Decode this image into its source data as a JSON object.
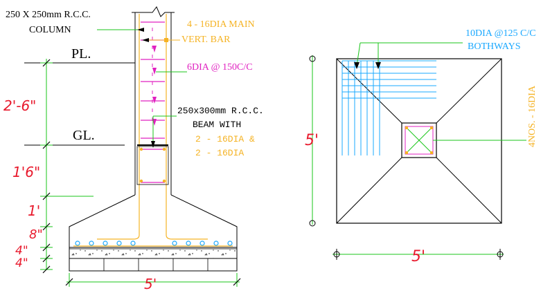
{
  "section": {
    "column_label_1": "250 X 250mm R.C.C.",
    "column_label_2": "COLUMN",
    "main_bar_1": "4 - 16DIA MAIN",
    "main_bar_2": "VERT. BAR",
    "pl_label": "PL.",
    "gl_label": "GL.",
    "stirrup_label": "6DIA @ 150C/C",
    "beam_1": "250x300mm R.C.C.",
    "beam_2": "BEAM WITH",
    "beam_3": "2 - 16DIA &",
    "beam_4": "2 - 16DIA",
    "dim_2_6": "2'-6\"",
    "dim_1_6": "1'6\"",
    "dim_1": "1'",
    "dim_8": "8\"",
    "dim_4a": "4\"",
    "dim_4b": "4\"",
    "dim_width": "5'"
  },
  "plan": {
    "mesh_1": "10DIA @125 C/C",
    "mesh_2": "BOTHWAYS",
    "corner_bars": "4NOS. - 16DIA",
    "dim_height": "5'",
    "dim_width": "5'"
  },
  "colors": {
    "red": "#e8192c",
    "orange": "#f5b324",
    "magenta": "#e020c0",
    "green": "#19c519",
    "cyan": "#1aa8ff"
  }
}
